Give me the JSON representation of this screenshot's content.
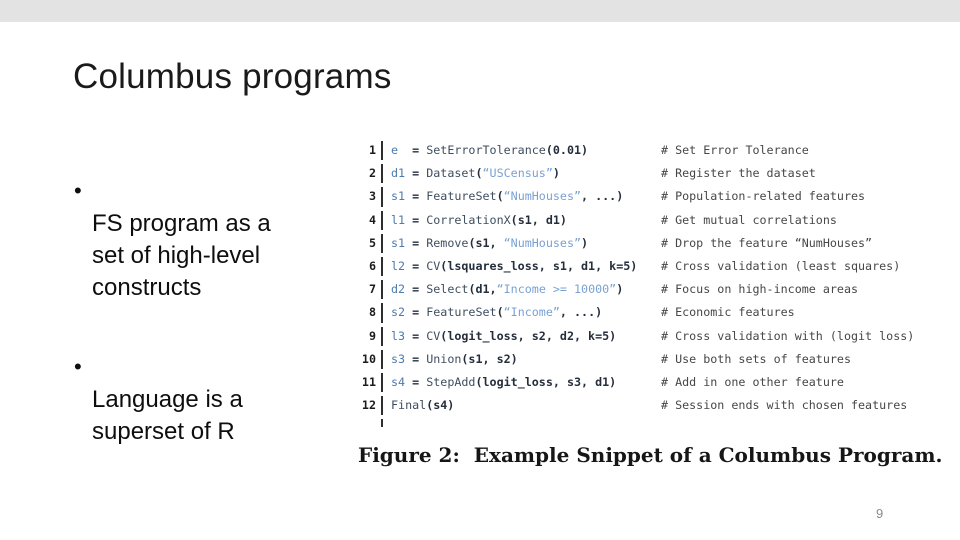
{
  "slide": {
    "title": "Columbus programs",
    "bullet_char": "•",
    "bullets": [
      {
        "lines": [
          "FS program as a",
          "set of high-level",
          "constructs"
        ]
      },
      {
        "lines": [
          "Language is a",
          "superset of R"
        ]
      }
    ],
    "page_number": "9"
  },
  "figure": {
    "caption": "Figure 2:  Example Snippet of a Columbus Program.",
    "syntax_colors": {
      "v": "#4d79ad",
      "f": "#3f4e60",
      "k": "#242e3c",
      "s": "#7aa1d2",
      "comment": "#474747",
      "lineno": "#1c1c1c",
      "bar": "#2e2e2e"
    },
    "code_lines": [
      {
        "n": "1",
        "tokens": [
          [
            "v",
            "e "
          ],
          [
            "k",
            " = "
          ],
          [
            "f",
            "SetErrorTolerance"
          ],
          [
            "k",
            "(0.01)"
          ]
        ],
        "comment": "# Set Error Tolerance"
      },
      {
        "n": "2",
        "tokens": [
          [
            "v",
            "d1"
          ],
          [
            "k",
            " = "
          ],
          [
            "f",
            "Dataset"
          ],
          [
            "k",
            "("
          ],
          [
            "s",
            "“USCensus”"
          ],
          [
            "k",
            ")"
          ]
        ],
        "comment": "# Register the dataset"
      },
      {
        "n": "3",
        "tokens": [
          [
            "v",
            "s1"
          ],
          [
            "k",
            " = "
          ],
          [
            "f",
            "FeatureSet"
          ],
          [
            "k",
            "("
          ],
          [
            "s",
            "“NumHouses”"
          ],
          [
            "k",
            ", ...)"
          ]
        ],
        "comment": "# Population-related features"
      },
      {
        "n": "4",
        "tokens": [
          [
            "v",
            "l1"
          ],
          [
            "k",
            " = "
          ],
          [
            "f",
            "CorrelationX"
          ],
          [
            "k",
            "(s1, d1)"
          ]
        ],
        "comment": "# Get mutual correlations"
      },
      {
        "n": "5",
        "tokens": [
          [
            "v",
            "s1"
          ],
          [
            "k",
            " = "
          ],
          [
            "f",
            "Remove"
          ],
          [
            "k",
            "(s1, "
          ],
          [
            "s",
            "“NumHouses”"
          ],
          [
            "k",
            ")"
          ]
        ],
        "comment": "# Drop the feature “NumHouses”"
      },
      {
        "n": "6",
        "tokens": [
          [
            "v",
            "l2"
          ],
          [
            "k",
            " = "
          ],
          [
            "f",
            "CV"
          ],
          [
            "k",
            "(lsquares_loss, s1, d1, k=5)"
          ]
        ],
        "comment": "# Cross validation (least squares)"
      },
      {
        "n": "7",
        "tokens": [
          [
            "v",
            "d2"
          ],
          [
            "k",
            " = "
          ],
          [
            "f",
            "Select"
          ],
          [
            "k",
            "(d1,"
          ],
          [
            "s",
            "“Income >= 10000”"
          ],
          [
            "k",
            ")"
          ]
        ],
        "comment": "# Focus on high-income areas"
      },
      {
        "n": "8",
        "tokens": [
          [
            "v",
            "s2"
          ],
          [
            "k",
            " = "
          ],
          [
            "f",
            "FeatureSet"
          ],
          [
            "k",
            "("
          ],
          [
            "s",
            "“Income”"
          ],
          [
            "k",
            ", ...)"
          ]
        ],
        "comment": "# Economic features"
      },
      {
        "n": "9",
        "tokens": [
          [
            "v",
            "l3"
          ],
          [
            "k",
            " = "
          ],
          [
            "f",
            "CV"
          ],
          [
            "k",
            "(logit_loss, s2, d2, k=5)"
          ]
        ],
        "comment": "# Cross validation with (logit loss)"
      },
      {
        "n": "10",
        "tokens": [
          [
            "v",
            "s3"
          ],
          [
            "k",
            " = "
          ],
          [
            "f",
            "Union"
          ],
          [
            "k",
            "(s1, s2)"
          ]
        ],
        "comment": "# Use both sets of features"
      },
      {
        "n": "11",
        "tokens": [
          [
            "v",
            "s4"
          ],
          [
            "k",
            " = "
          ],
          [
            "f",
            "StepAdd"
          ],
          [
            "k",
            "(logit_loss, s3, d1)"
          ]
        ],
        "comment": "# Add in one other feature"
      },
      {
        "n": "12",
        "tokens": [
          [
            "f",
            "Final"
          ],
          [
            "k",
            "(s4)"
          ]
        ],
        "comment": "# Session ends with chosen features"
      }
    ]
  }
}
